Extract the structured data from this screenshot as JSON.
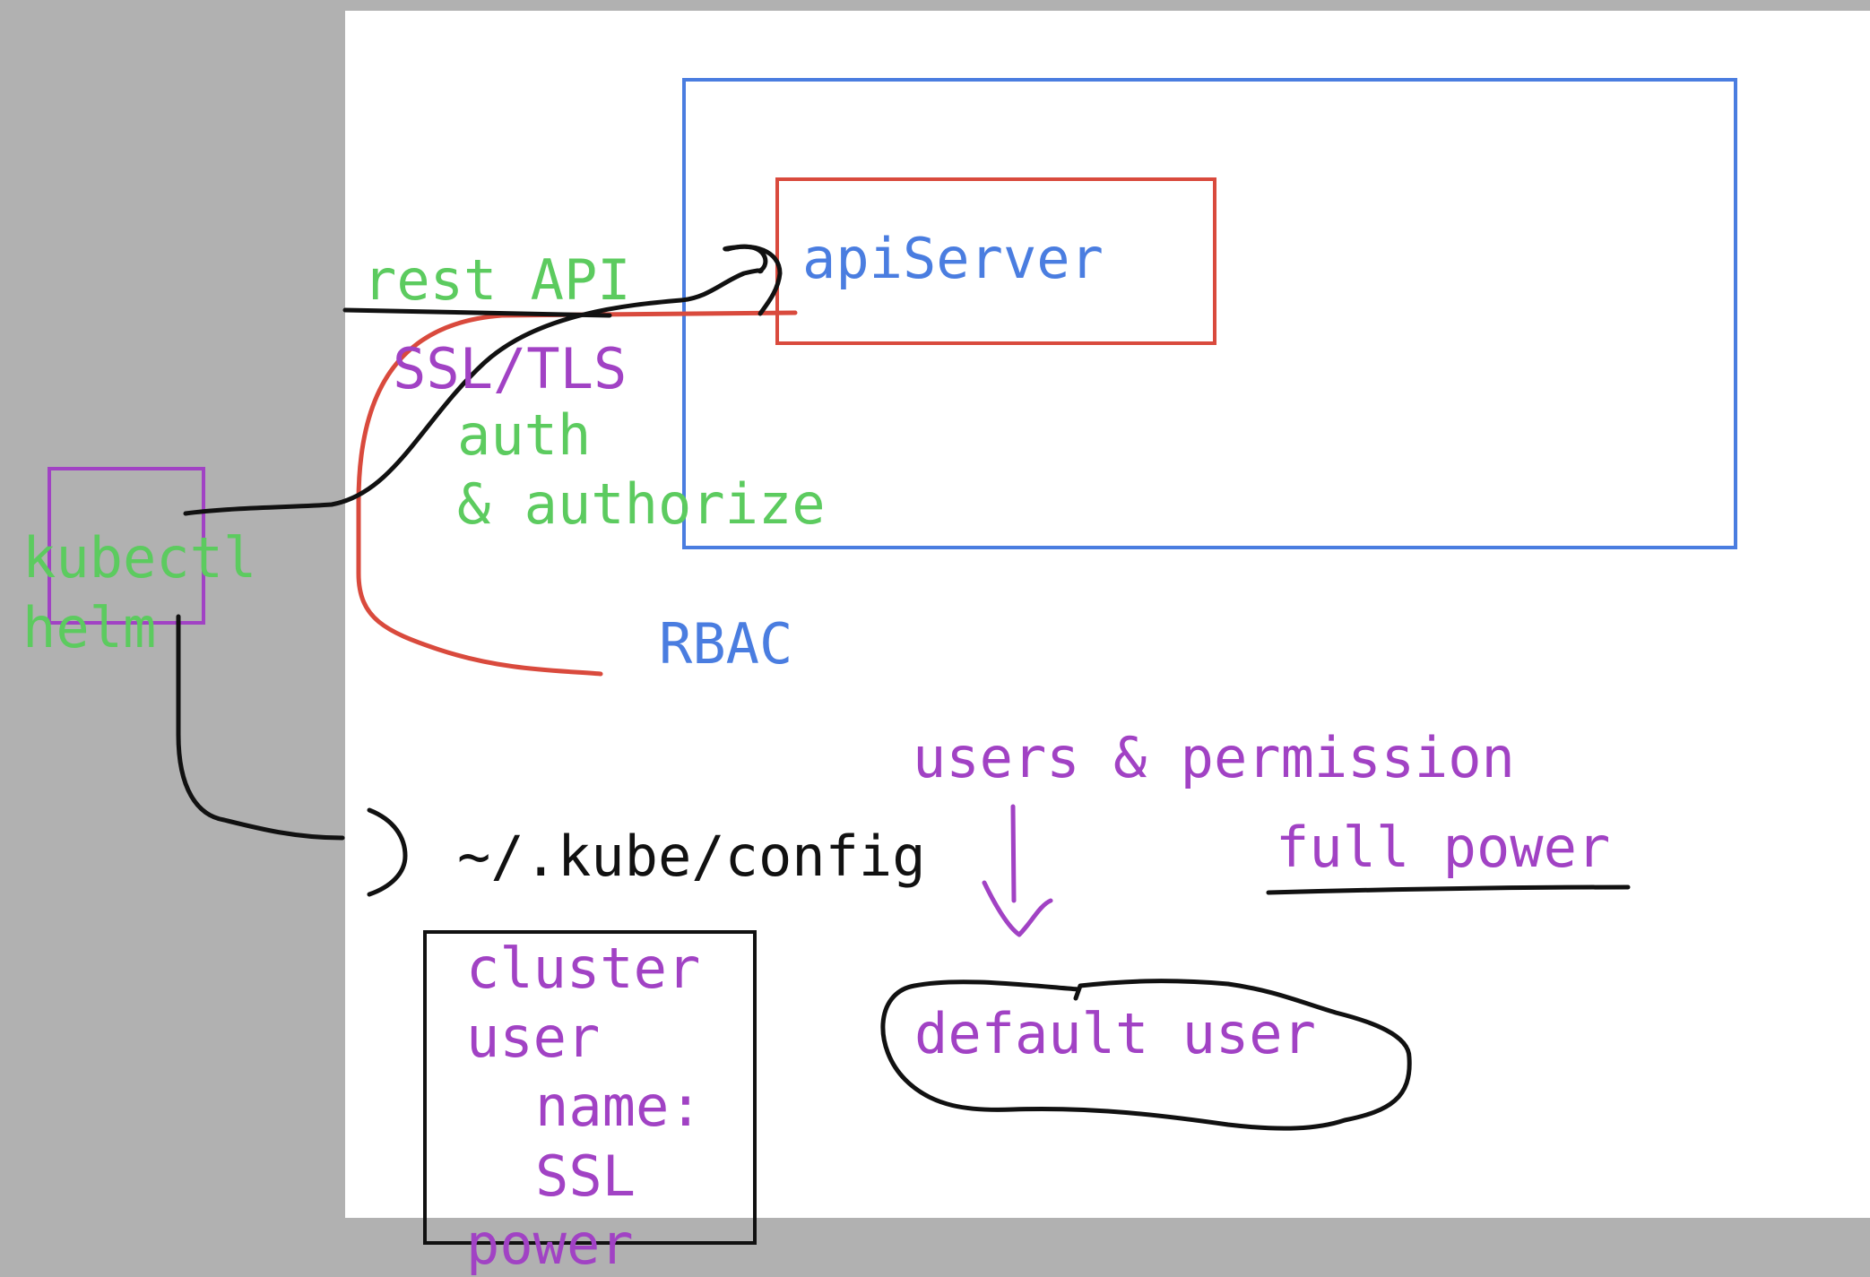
{
  "colors": {
    "green": "#5ccb5f",
    "purple": "#a142c4",
    "blue": "#4a7de0",
    "red": "#d94a3d",
    "black": "#111111"
  },
  "diagram": {
    "api_server": "apiServer",
    "rest_api": "rest API",
    "ssl_tls": "SSL/TLS",
    "auth": "auth",
    "authorize": "& authorize",
    "rbac": "RBAC",
    "client_tool_1": "kubectl",
    "client_tool_2": "helm",
    "kube_config": "~/.kube/config",
    "config_box": {
      "line1": "cluster",
      "line2": "user",
      "line3": "name:",
      "line4": "SSL",
      "line5": "power"
    },
    "users_permission": "users & permission",
    "full_power": "full power",
    "default_user": "default user"
  }
}
